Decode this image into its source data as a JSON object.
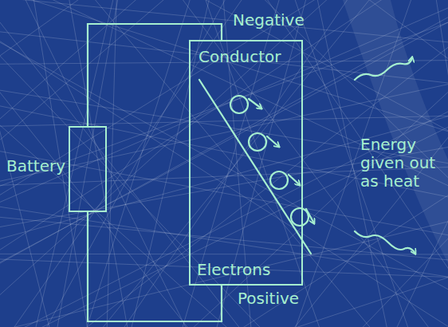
{
  "diagram": {
    "nodes": [
      {
        "text": [
          "Battery"
        ]
      },
      {
        "text": [
          "Conductor",
          "Electrons"
        ]
      }
    ],
    "edges": [
      {
        "from": 0,
        "to": 1,
        "arrow": "none"
      },
      {
        "from": 0,
        "to": 1,
        "arrow": "none"
      }
    ],
    "labels": [
      "Negative",
      "Positive",
      "Energy given out as heat"
    ]
  }
}
